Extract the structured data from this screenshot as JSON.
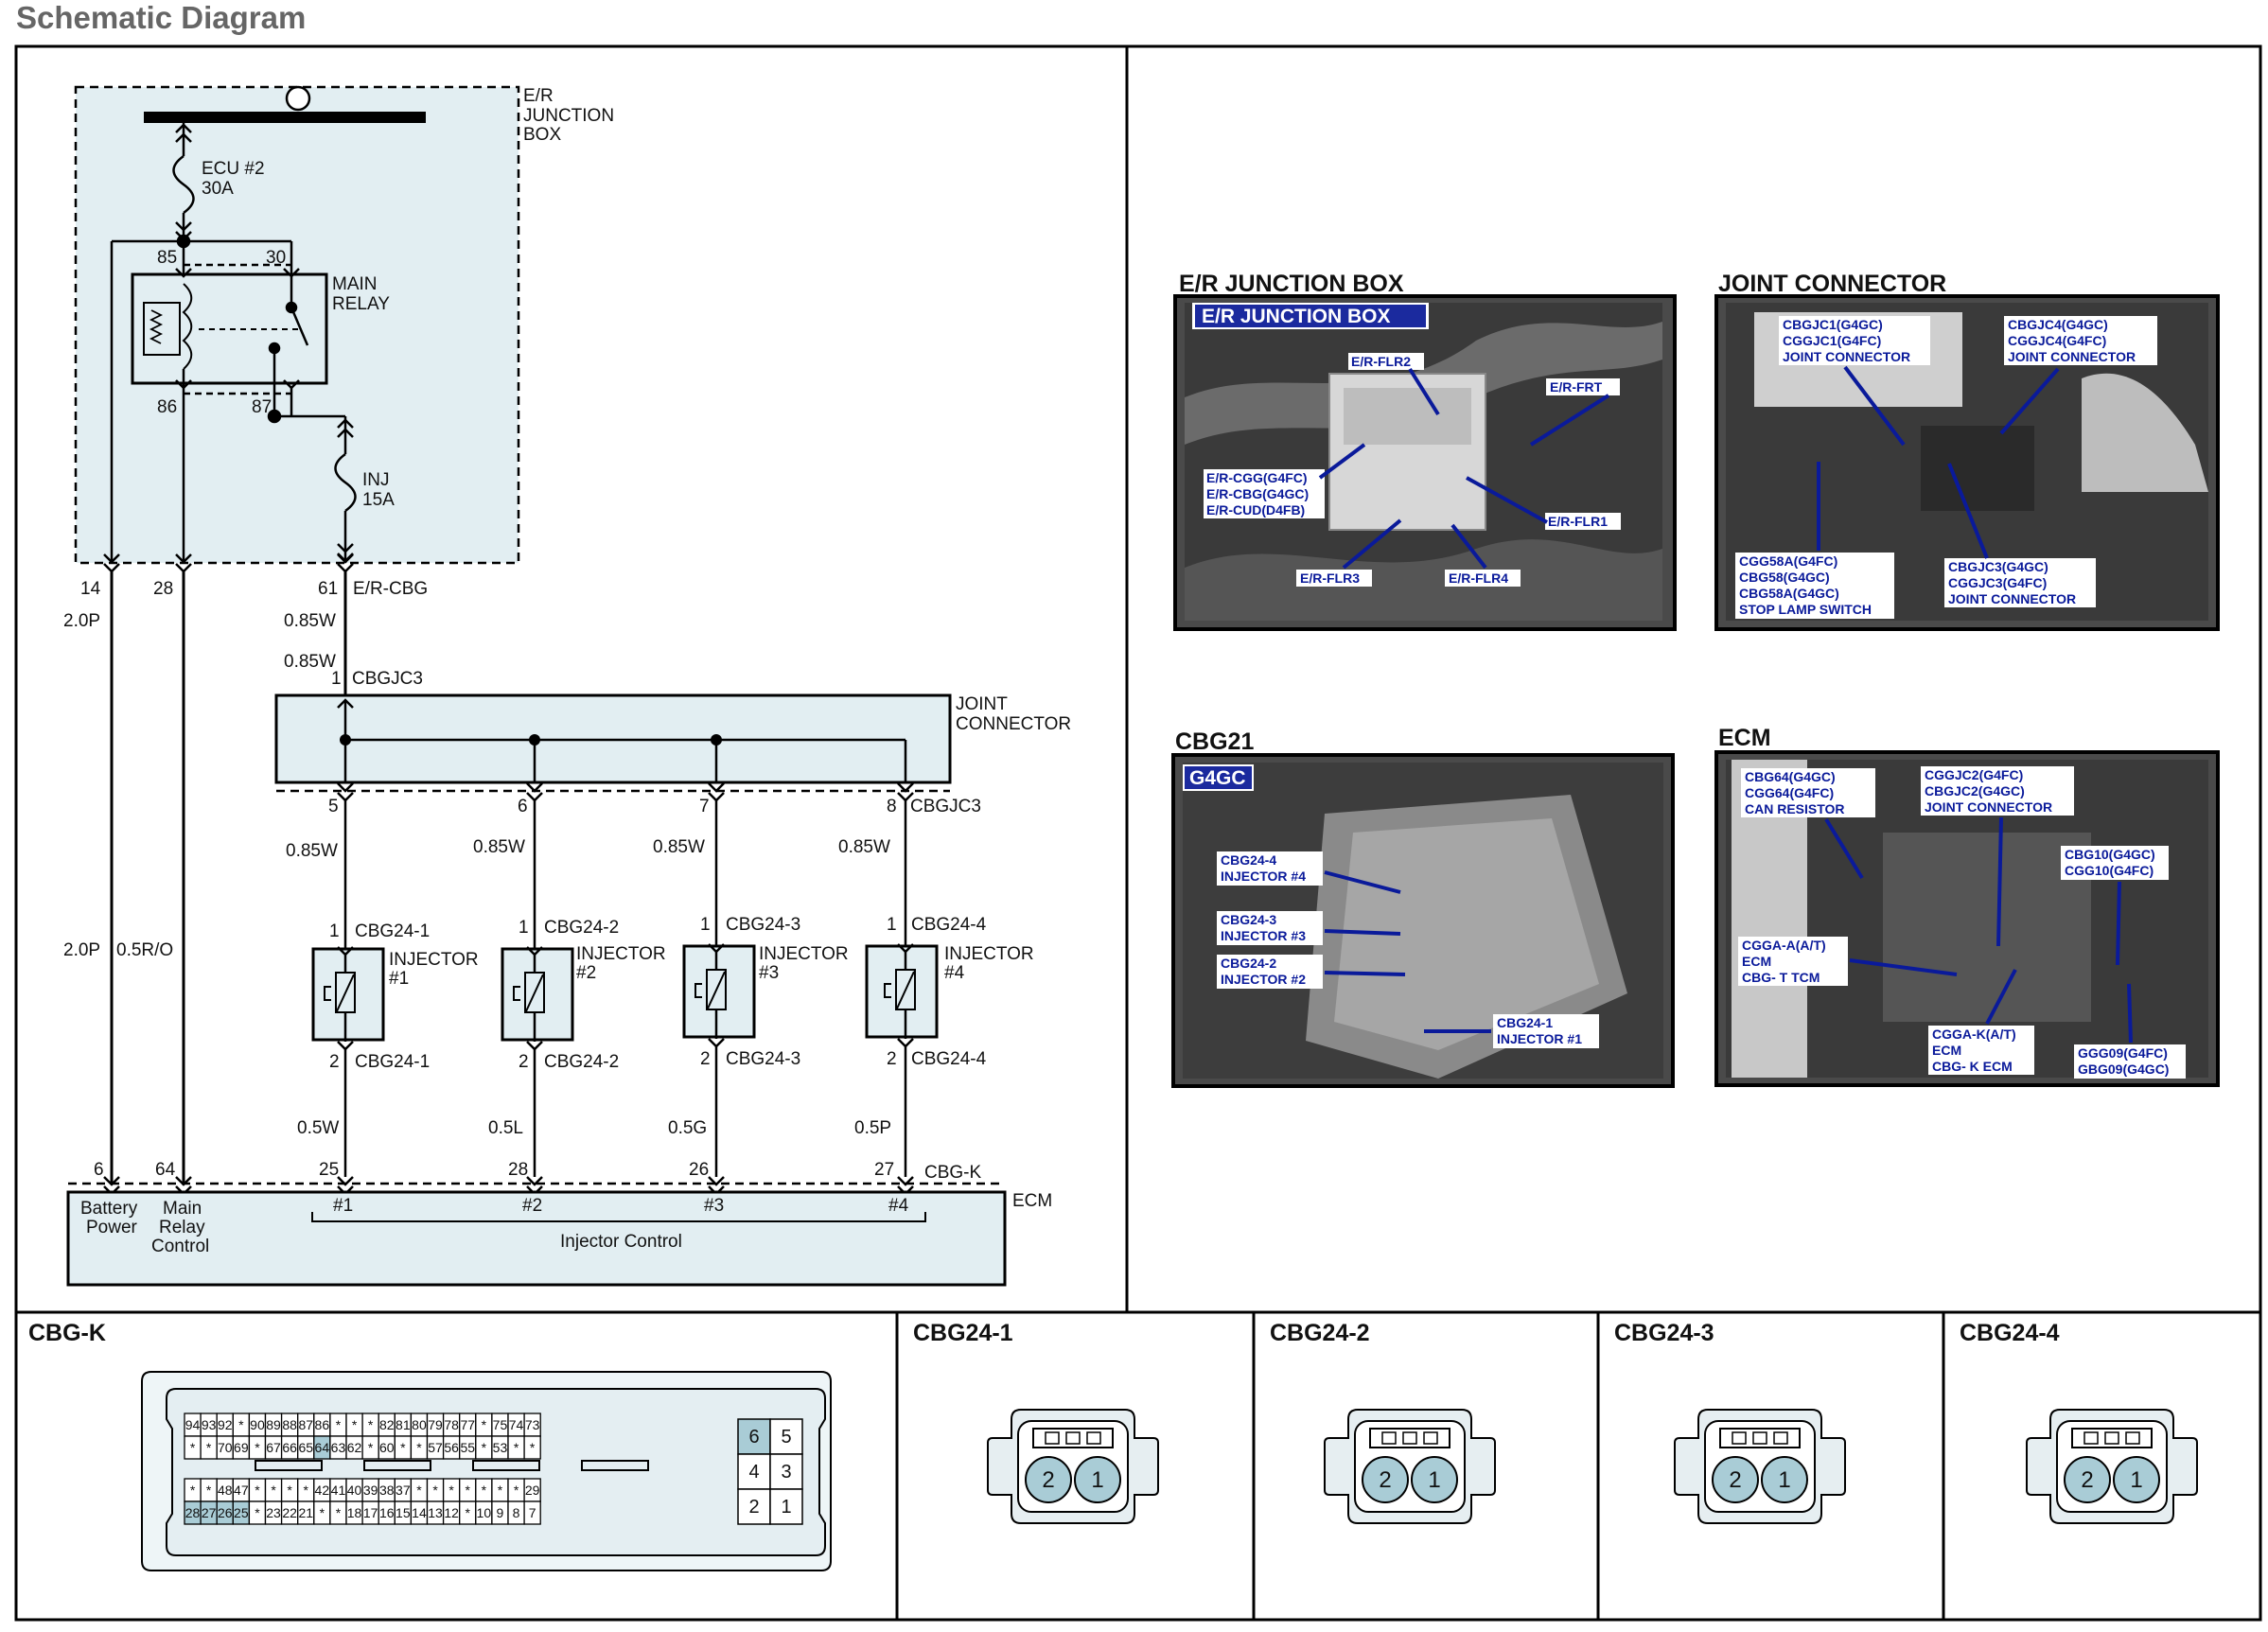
{
  "title": "Schematic Diagram",
  "schematic": {
    "junction_box_label": [
      "E/R",
      "JUNCTION",
      "BOX"
    ],
    "fuse_ecu": [
      "ECU #2",
      "30A"
    ],
    "fuse_inj": [
      "INJ",
      "15A"
    ],
    "relay_label": [
      "MAIN",
      "RELAY"
    ],
    "relay_pins": {
      "p85": "85",
      "p30": "30",
      "p86": "86",
      "p87": "87"
    },
    "er_pins": {
      "p14": "14",
      "p28": "28",
      "p61": "61"
    },
    "er_connector": "E/R-CBG",
    "wire_2p_a": "2.0P",
    "wire_2p_b": "2.0P",
    "wire_05ro": "0.5R/O",
    "wire_085w_a": "0.85W",
    "wire_085w_b": "0.85W",
    "jc_pin_in": "1",
    "jc_connector": "CBGJC3",
    "jc_connector_out": "CBGJC3",
    "joint_connector_label": [
      "JOINT",
      "CONNECTOR"
    ],
    "jc_out_pins": [
      "5",
      "6",
      "7",
      "8"
    ],
    "branch_wire": "0.85W",
    "injectors": [
      {
        "pin_top": "1",
        "conn_top": "CBG24-1",
        "label": [
          "INJECTOR",
          "#1"
        ],
        "pin_bot": "2",
        "conn_bot": "CBG24-1",
        "wire": "0.5W",
        "ecm_pin": "25",
        "ecm_num": "#1"
      },
      {
        "pin_top": "1",
        "conn_top": "CBG24-2",
        "label": [
          "INJECTOR",
          "#2"
        ],
        "pin_bot": "2",
        "conn_bot": "CBG24-2",
        "wire": "0.5L",
        "ecm_pin": "28",
        "ecm_num": "#2"
      },
      {
        "pin_top": "1",
        "conn_top": "CBG24-3",
        "label": [
          "INJECTOR",
          "#3"
        ],
        "pin_bot": "2",
        "conn_bot": "CBG24-3",
        "wire": "0.5G",
        "ecm_pin": "26",
        "ecm_num": "#3"
      },
      {
        "pin_top": "1",
        "conn_top": "CBG24-4",
        "label": [
          "INJECTOR",
          "#4"
        ],
        "pin_bot": "2",
        "conn_bot": "CBG24-4",
        "wire": "0.5P",
        "ecm_pin": "27",
        "ecm_num": "#4"
      }
    ],
    "ecm_pins_left": {
      "p6": "6",
      "p64": "64"
    },
    "ecm_connector": "CBG-K",
    "ecm_label": "ECM",
    "battery_power": [
      "Battery",
      "Power"
    ],
    "main_relay_control": [
      "Main",
      "Relay",
      "Control"
    ],
    "injector_control": "Injector Control"
  },
  "photos": {
    "er_box": {
      "heading": "E/R JUNCTION BOX",
      "banner": "E/R JUNCTION BOX",
      "labels": [
        "E/R-FLR2",
        "E/R-FRT",
        "E/R-CGG(G4FC)",
        "E/R-CBG(G4GC)",
        "E/R-CUD(D4FB)",
        "E/R-FLR1",
        "E/R-FLR3",
        "E/R-FLR4"
      ]
    },
    "joint": {
      "heading": "JOINT CONNECTOR",
      "labels": [
        [
          "CBGJC1(G4GC)",
          "CGGJC1(G4FC)",
          "JOINT CONNECTOR"
        ],
        [
          "CBGJC4(G4GC)",
          "CGGJC4(G4FC)",
          "JOINT CONNECTOR"
        ],
        [
          "CGG58A(G4FC)",
          "CBG58(G4GC)",
          "CBG58A(G4GC)",
          "STOP LAMP SWITCH"
        ],
        [
          "CBGJC3(G4GC)",
          "CGGJC3(G4FC)",
          "JOINT CONNECTOR"
        ]
      ]
    },
    "cbg21": {
      "heading": "CBG21",
      "banner": "G4GC",
      "labels": [
        [
          "CBG24-4",
          "INJECTOR #4"
        ],
        [
          "CBG24-3",
          "INJECTOR #3"
        ],
        [
          "CBG24-2",
          "INJECTOR #2"
        ],
        [
          "CBG24-1",
          "INJECTOR #1"
        ]
      ]
    },
    "ecm": {
      "heading": "ECM",
      "labels": [
        [
          "CBG64(G4GC)",
          "CGG64(G4FC)",
          "CAN RESISTOR"
        ],
        [
          "CGGJC2(G4FC)",
          "CBGJC2(G4GC)",
          "JOINT CONNECTOR"
        ],
        [
          "CBG10(G4GC)",
          "CGG10(G4FC)"
        ],
        [
          "CGGA-A(A/T)",
          "ECM",
          "CBG- T TCM"
        ],
        [
          "CGGA-K(A/T)",
          "ECM",
          "CBG- K ECM"
        ],
        [
          "GGG09(G4FC)",
          "GBG09(G4GC)"
        ]
      ]
    }
  },
  "connectors": {
    "cbgk": {
      "title": "CBG-K",
      "row1": [
        "94",
        "93",
        "92",
        "*",
        "90",
        "89",
        "88",
        "87",
        "86",
        "*",
        "*",
        "*",
        "82",
        "81",
        "80",
        "79",
        "78",
        "77",
        "*",
        "75",
        "74",
        "73"
      ],
      "row2": [
        "*",
        "*",
        "70",
        "69",
        "*",
        "67",
        "66",
        "65",
        "64",
        "63",
        "62",
        "*",
        "60",
        "*",
        "*",
        "57",
        "56",
        "55",
        "*",
        "53",
        "*",
        "*"
      ],
      "row3": [
        "*",
        "*",
        "48",
        "47",
        "*",
        "*",
        "*",
        "*",
        "42",
        "41",
        "40",
        "39",
        "38",
        "37",
        "*",
        "*",
        "*",
        "*",
        "*",
        "*",
        "*",
        "29"
      ],
      "row4": [
        "28",
        "27",
        "26",
        "25",
        "*",
        "23",
        "22",
        "21",
        "*",
        "*",
        "18",
        "17",
        "16",
        "15",
        "14",
        "13",
        "12",
        "*",
        "10",
        "9",
        "8",
        "7"
      ],
      "side": [
        [
          "6",
          "5"
        ],
        [
          "4",
          "3"
        ],
        [
          "2",
          "1"
        ]
      ]
    },
    "plugs": [
      {
        "title": "CBG24-1",
        "pins": [
          "2",
          "1"
        ]
      },
      {
        "title": "CBG24-2",
        "pins": [
          "2",
          "1"
        ]
      },
      {
        "title": "CBG24-3",
        "pins": [
          "2",
          "1"
        ]
      },
      {
        "title": "CBG24-4",
        "pins": [
          "2",
          "1"
        ]
      }
    ]
  }
}
